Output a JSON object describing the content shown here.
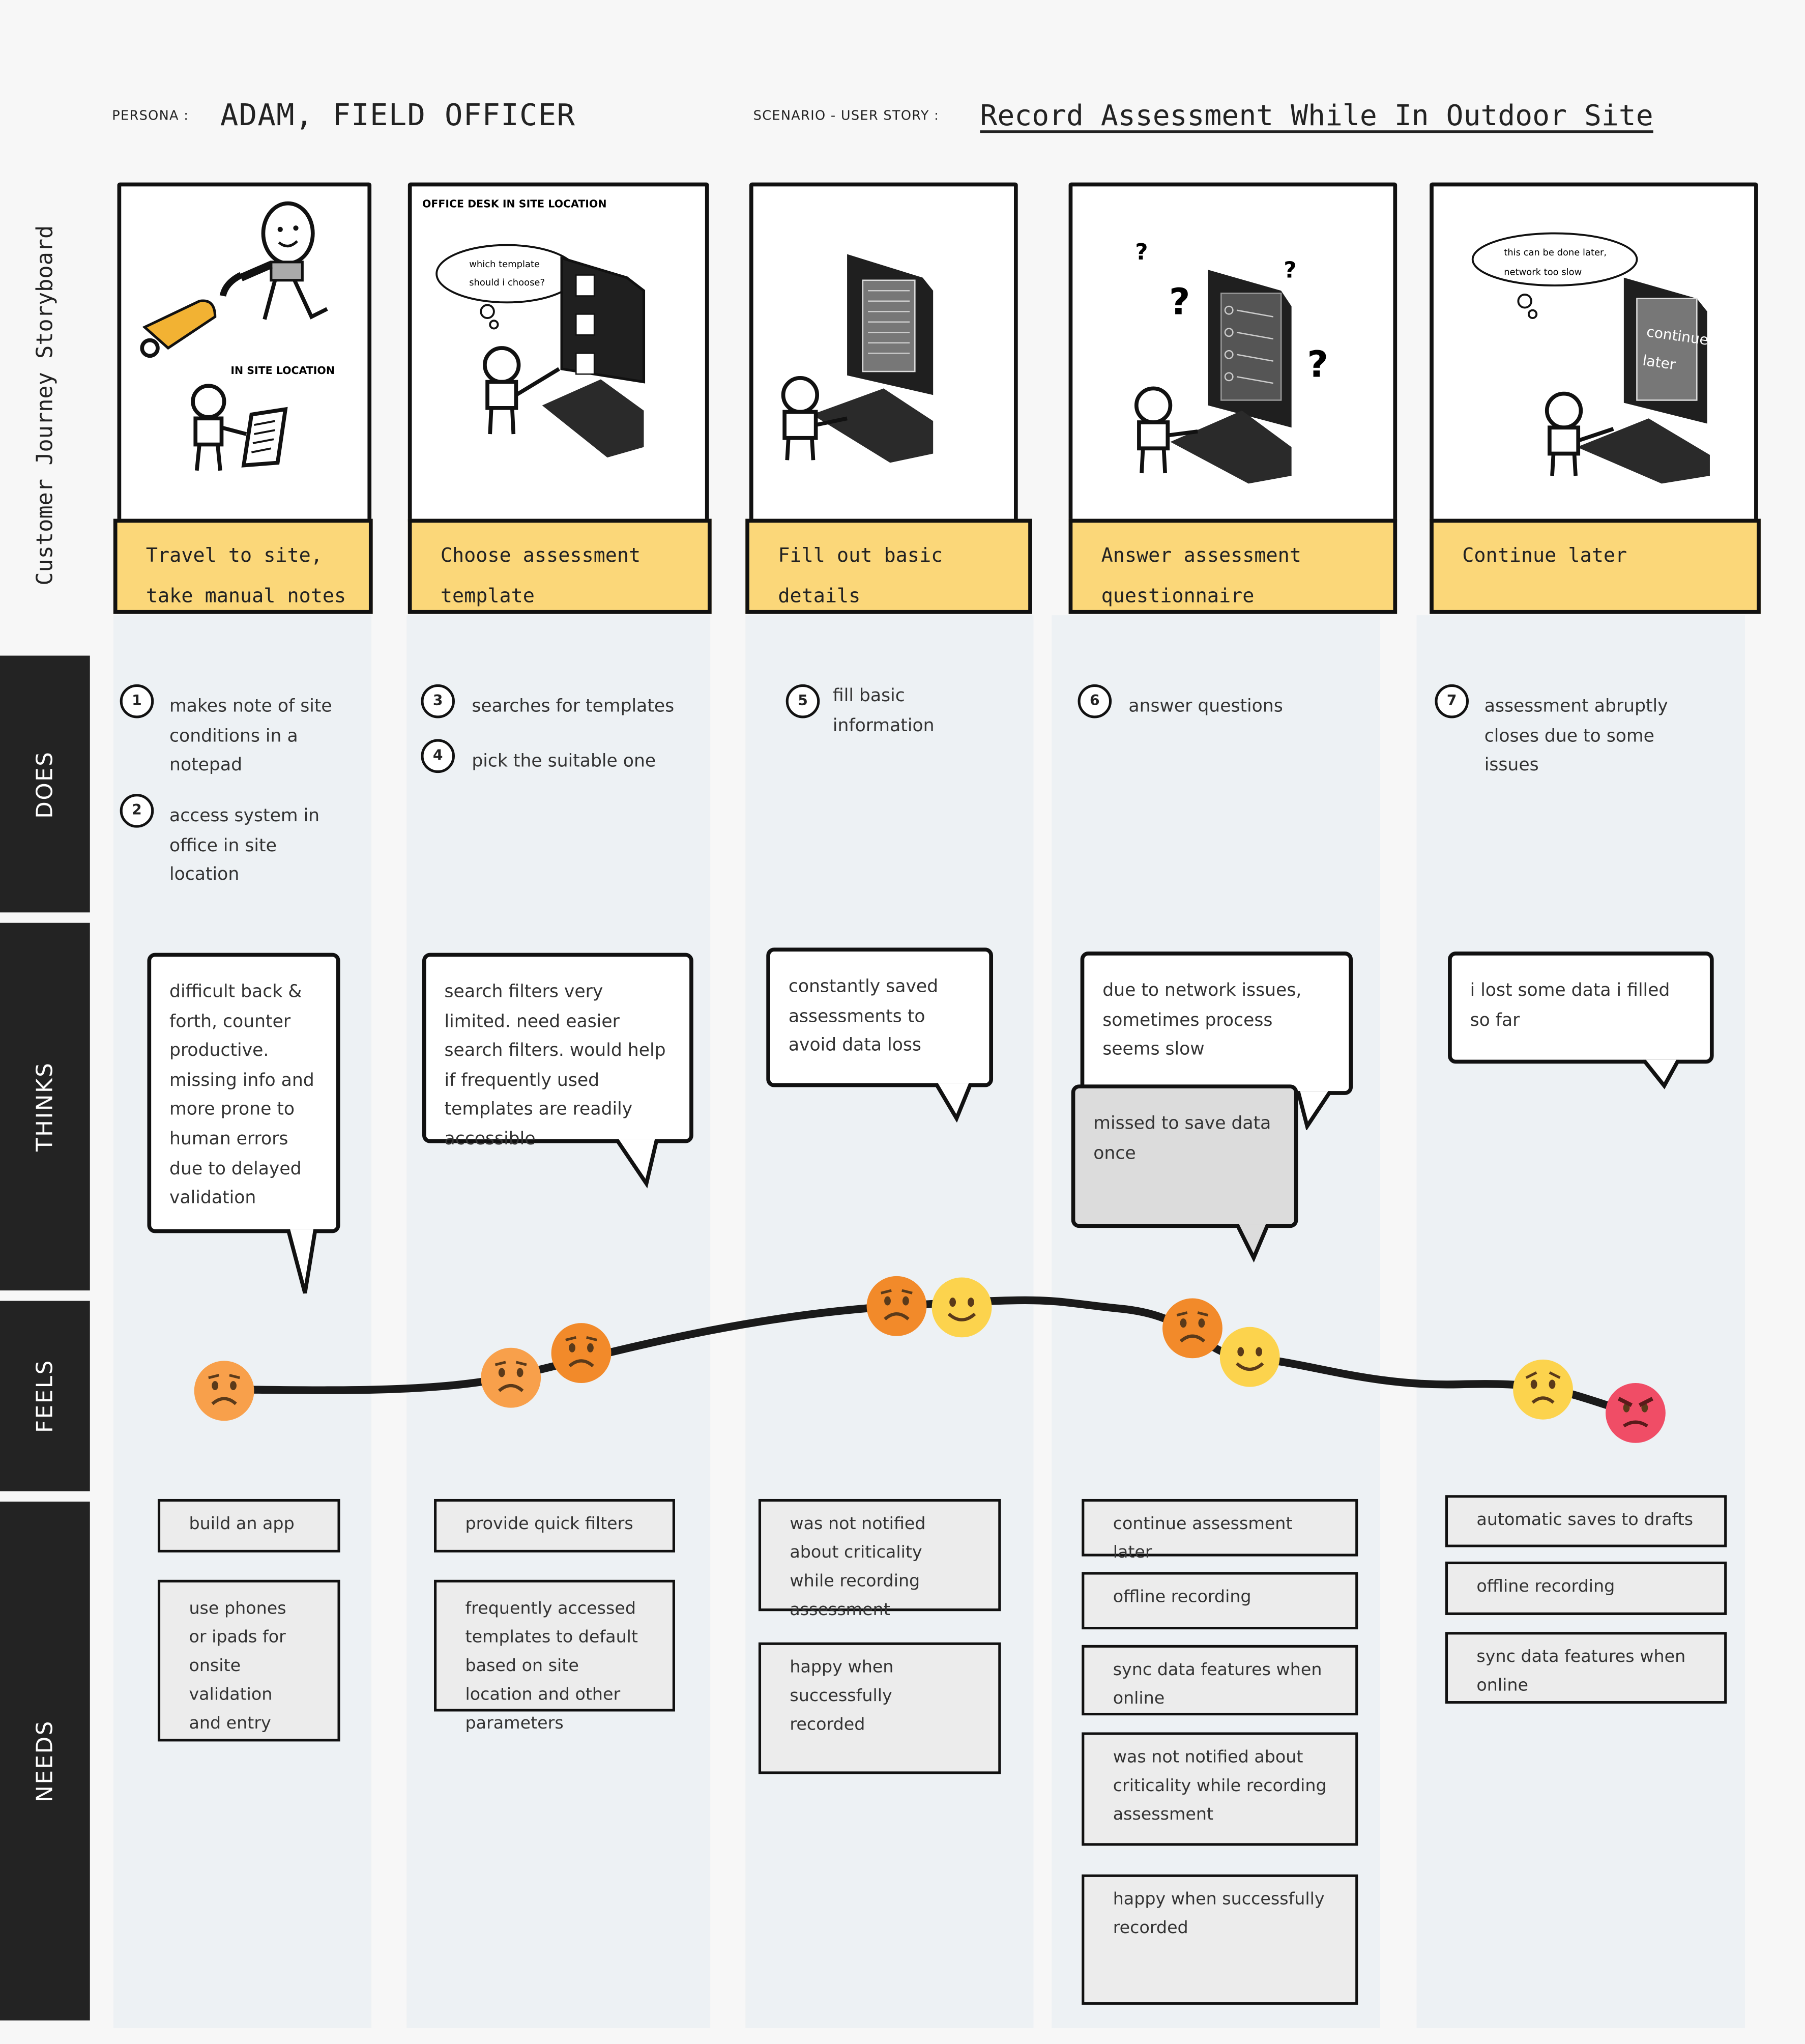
{
  "header": {
    "persona_label": "PERSONA :",
    "persona_name": "ADAM, FIELD OFFICER",
    "scenario_label": "SCENARIO - USER STORY :",
    "scenario_title": "Record Assessment While In Outdoor Site"
  },
  "rows": {
    "storyboard": "Customer Journey Storyboard",
    "does": "DOES",
    "thinks": "THINKS",
    "feels": "FEELS",
    "needs": "NEEDS"
  },
  "storyboard": {
    "frame1_caption": "IN SITE LOCATION",
    "frame2_caption": "OFFICE DESK IN SITE LOCATION",
    "frame2_thought_1": "which template",
    "frame2_thought_2": "should i choose?",
    "frame4_marks": "?",
    "frame5_thought_1": "this can be done later,",
    "frame5_thought_2": "network too slow",
    "frame5_screen_1": "continue",
    "frame5_screen_2": "later"
  },
  "steps": [
    {
      "line1": "Travel to site,",
      "line2": "take manual notes"
    },
    {
      "line1": "Choose assessment",
      "line2": "template"
    },
    {
      "line1": "Fill out basic details",
      "line2": ""
    },
    {
      "line1": "Answer assessment",
      "line2": "questionnaire"
    },
    {
      "line1": "Continue later",
      "line2": ""
    }
  ],
  "does": {
    "d1": {
      "n": "1",
      "text": "makes note of site conditions in a notepad"
    },
    "d2": {
      "n": "2",
      "text": "access system in office in site location"
    },
    "d3": {
      "n": "3",
      "text": "searches for templates"
    },
    "d4": {
      "n": "4",
      "text": "pick the suitable one"
    },
    "d5": {
      "n": "5",
      "text": "fill basic information"
    },
    "d6": {
      "n": "6",
      "text": "answer questions"
    },
    "d7": {
      "n": "7",
      "text": "assessment abruptly closes due to some issues"
    }
  },
  "thinks": {
    "t1": "difficult back & forth, counter productive. missing info and more prone to human errors due to delayed validation",
    "t2": "search filters very limited. need easier search filters. would help if frequently used templates are readily accessible",
    "t3": "constantly saved assessments to avoid data loss",
    "t4": "due to network issues, sometimes process seems slow",
    "t4b": "missed to save data once",
    "t5": "i lost some data i filled so far"
  },
  "feels": {
    "emotions": [
      "sad",
      "sad",
      "frown",
      "frown",
      "happy",
      "frown",
      "happy",
      "worried",
      "angry"
    ],
    "colors": {
      "happy": "#fcd34d",
      "sad": "#f8a04b",
      "frown": "#f28a2a",
      "worried": "#fcd34d",
      "angry": "#f04d66",
      "line": "#1a1a1a"
    }
  },
  "needs": {
    "n1a": "build an app",
    "n1b": "use phones or ipads for onsite validation and entry",
    "n2a": "provide quick filters",
    "n2b": "frequently accessed templates to default based on site location and other parameters",
    "n3a": "was not notified about criticality while recording assessment",
    "n3b": "happy when successfully recorded",
    "n4a": "continue assessment later",
    "n4b": "offline recording",
    "n4c": "sync data features when online",
    "n4d": "was not notified about criticality while recording assessment",
    "n4e": "happy when successfully recorded",
    "n5a": "automatic saves to drafts",
    "n5b": "offline recording",
    "n5c": "sync data features when online"
  }
}
